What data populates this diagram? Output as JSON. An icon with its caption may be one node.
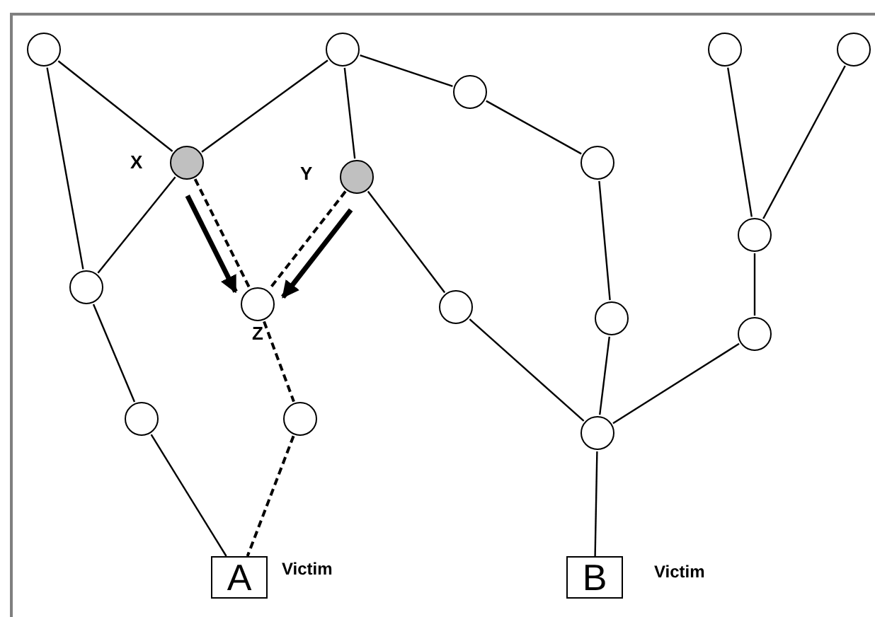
{
  "diagram": {
    "nodes": [
      {
        "text": [],
        "shape": "circle"
      },
      {
        "text": [],
        "shape": "circle"
      },
      {
        "text": [],
        "shape": "circle"
      },
      {
        "text": [],
        "shape": "circle"
      },
      {
        "text": [],
        "shape": "circle"
      },
      {
        "text": [],
        "shape": "circle",
        "beside": [
          "X"
        ]
      },
      {
        "text": [],
        "shape": "circle"
      },
      {
        "text": [],
        "shape": "circle",
        "beside": [
          "Y"
        ]
      },
      {
        "text": [],
        "shape": "circle"
      },
      {
        "text": [],
        "shape": "circle"
      },
      {
        "text": [],
        "shape": "circle",
        "beside": [
          "Z"
        ]
      },
      {
        "text": [],
        "shape": "circle"
      },
      {
        "text": [],
        "shape": "circle"
      },
      {
        "text": [],
        "shape": "circle"
      },
      {
        "text": [],
        "shape": "circle"
      },
      {
        "text": [],
        "shape": "circle"
      },
      {
        "text": [],
        "shape": "circle"
      },
      {
        "text": [
          "A"
        ],
        "beside": [
          "Victim"
        ]
      },
      {
        "text": [
          "B"
        ],
        "beside": [
          "Victim"
        ]
      }
    ],
    "edges": [
      {
        "from": 0,
        "to": 5,
        "arrow": "none"
      },
      {
        "from": 0,
        "to": 9,
        "arrow": "none"
      },
      {
        "from": 1,
        "to": 5,
        "arrow": "none"
      },
      {
        "from": 1,
        "to": 7,
        "arrow": "none"
      },
      {
        "from": 1,
        "to": 4,
        "arrow": "none"
      },
      {
        "from": 4,
        "to": 6,
        "arrow": "none"
      },
      {
        "from": 2,
        "to": 8,
        "arrow": "none"
      },
      {
        "from": 3,
        "to": 8,
        "arrow": "none"
      },
      {
        "from": 5,
        "to": 9,
        "arrow": "none"
      },
      {
        "from": 5,
        "to": 10,
        "arrow": "none",
        "style": "dashed"
      },
      {
        "from": 5,
        "to": 10,
        "arrow": "to",
        "style": "thick"
      },
      {
        "from": 7,
        "to": 10,
        "arrow": "none",
        "style": "dashed"
      },
      {
        "from": 7,
        "to": 10,
        "arrow": "to",
        "style": "thick"
      },
      {
        "from": 7,
        "to": 11,
        "arrow": "none"
      },
      {
        "from": 6,
        "to": 12,
        "arrow": "none"
      },
      {
        "from": 8,
        "to": 13,
        "arrow": "none"
      },
      {
        "from": 9,
        "to": 14,
        "arrow": "none"
      },
      {
        "from": 10,
        "to": 15,
        "arrow": "none",
        "style": "dashed"
      },
      {
        "from": 11,
        "to": 16,
        "arrow": "none"
      },
      {
        "from": 12,
        "to": 16,
        "arrow": "none"
      },
      {
        "from": 13,
        "to": 16,
        "arrow": "none"
      },
      {
        "from": 14,
        "to": 17,
        "arrow": "none"
      },
      {
        "from": 15,
        "to": 17,
        "arrow": "none",
        "style": "dashed"
      },
      {
        "from": 16,
        "to": 18,
        "arrow": "none"
      }
    ]
  }
}
